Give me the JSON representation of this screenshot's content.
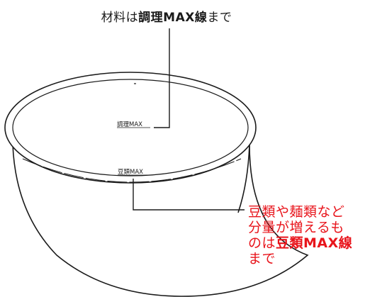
{
  "top_note": {
    "prefix": "材料は",
    "bold": "調理MAX線",
    "suffix": "まで"
  },
  "pot_labels": {
    "cook_max": "調理MAX",
    "bean_max": "豆類MAX"
  },
  "red_note": {
    "line1": "豆類や麺類など",
    "line2": "分量が増えるも",
    "line3_prefix": "のは",
    "line3_bold": "豆類MAX線",
    "line4": "まで"
  },
  "colors": {
    "line": "#1a1a1a",
    "accent_red": "#e8141b"
  }
}
